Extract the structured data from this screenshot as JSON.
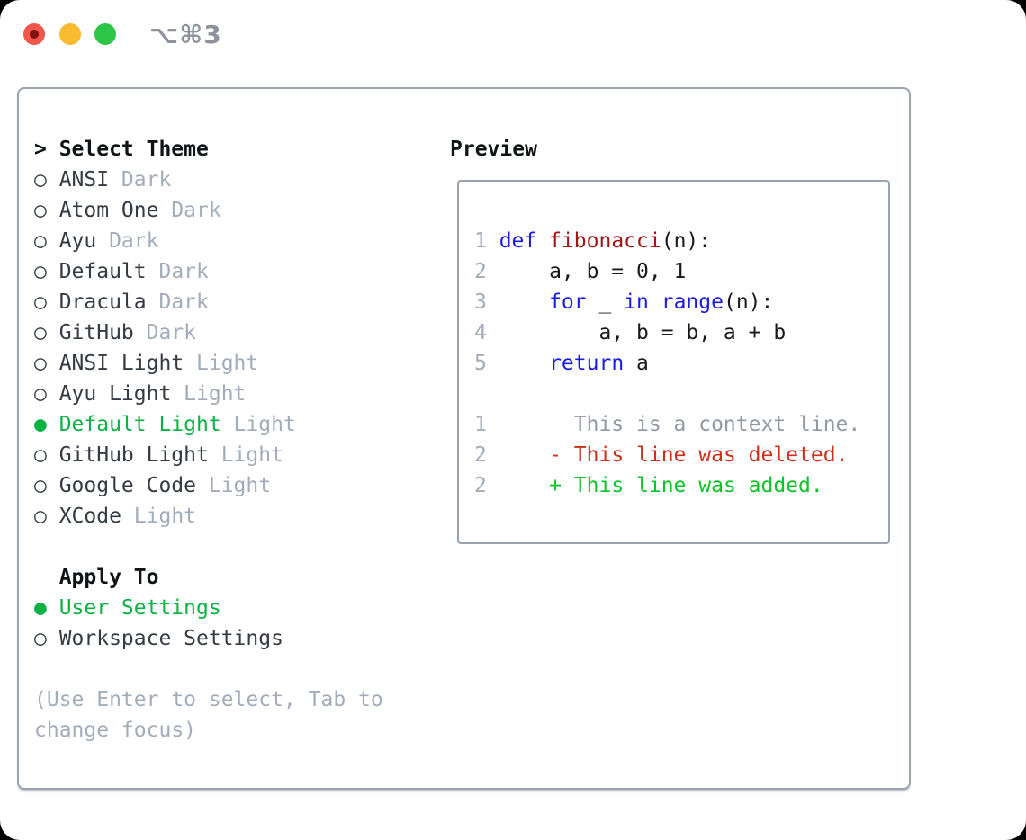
{
  "window": {
    "title": "⌥⌘3"
  },
  "colors": {
    "tl_red": "#f2554b",
    "tl_red_dot": "#7e120c",
    "tl_yellow": "#f8bb2f",
    "tl_green": "#2dc649",
    "title_gray": "#8d949c",
    "border_gray": "#9aa3b0",
    "text_dark": "#353b43",
    "muted_gray": "#a3adba",
    "accent_green": "#0db245",
    "keyword_blue": "#1b1ce2",
    "function_red": "#a31414",
    "context_gray": "#9199a3",
    "deleted_red": "#cd2f1a",
    "added_green": "#0ec42a"
  },
  "select_theme": {
    "header": {
      "prefix": ">",
      "label": "Select Theme"
    },
    "items": [
      {
        "marker": "○",
        "name": "ANSI",
        "tag": "Dark",
        "selected": false
      },
      {
        "marker": "○",
        "name": "Atom One",
        "tag": "Dark",
        "selected": false
      },
      {
        "marker": "○",
        "name": "Ayu",
        "tag": "Dark",
        "selected": false
      },
      {
        "marker": "○",
        "name": "Default",
        "tag": "Dark",
        "selected": false
      },
      {
        "marker": "○",
        "name": "Dracula",
        "tag": "Dark",
        "selected": false
      },
      {
        "marker": "○",
        "name": "GitHub",
        "tag": "Dark",
        "selected": false
      },
      {
        "marker": "○",
        "name": "ANSI Light",
        "tag": "Light",
        "selected": false
      },
      {
        "marker": "○",
        "name": "Ayu Light",
        "tag": "Light",
        "selected": false
      },
      {
        "marker": "●",
        "name": "Default Light",
        "tag": "Light",
        "selected": true
      },
      {
        "marker": "○",
        "name": "GitHub Light",
        "tag": "Light",
        "selected": false
      },
      {
        "marker": "○",
        "name": "Google Code",
        "tag": "Light",
        "selected": false
      },
      {
        "marker": "○",
        "name": "XCode",
        "tag": "Light",
        "selected": false
      }
    ]
  },
  "apply_to": {
    "header": "Apply To",
    "items": [
      {
        "marker": "●",
        "label": "User Settings",
        "selected": true
      },
      {
        "marker": "○",
        "label": "Workspace Settings",
        "selected": false
      }
    ]
  },
  "hint": {
    "line1": "(Use Enter to select, Tab to",
    "line2": "change focus)"
  },
  "preview": {
    "header": "Preview",
    "lines": [
      {
        "num": "1",
        "tokens": [
          [
            "def",
            "kw"
          ],
          [
            " ",
            "pl"
          ],
          [
            "fibonacci",
            "fn"
          ],
          [
            "(n):",
            "pl"
          ]
        ]
      },
      {
        "num": "2",
        "tokens": [
          [
            "    a, b = 0, 1",
            "pl"
          ]
        ]
      },
      {
        "num": "3",
        "tokens": [
          [
            "    ",
            "pl"
          ],
          [
            "for",
            "kw"
          ],
          [
            " _ ",
            "pl"
          ],
          [
            "in",
            "kw"
          ],
          [
            " ",
            "pl"
          ],
          [
            "range",
            "kw"
          ],
          [
            "(n):",
            "pl"
          ]
        ]
      },
      {
        "num": "4",
        "tokens": [
          [
            "        a, b = b, a + b",
            "pl"
          ]
        ]
      },
      {
        "num": "5",
        "tokens": [
          [
            "    ",
            "pl"
          ],
          [
            "return",
            "kw"
          ],
          [
            " a",
            "pl"
          ]
        ]
      },
      {
        "num": "",
        "tokens": []
      },
      {
        "num": "1",
        "tokens": [
          [
            "      This is a context line.",
            "ctx"
          ]
        ]
      },
      {
        "num": "2",
        "tokens": [
          [
            "    ",
            "pl"
          ],
          [
            "- This line was deleted.",
            "del"
          ]
        ]
      },
      {
        "num": "2",
        "tokens": [
          [
            "    ",
            "pl"
          ],
          [
            "+ This line was added.",
            "add"
          ]
        ]
      }
    ]
  }
}
